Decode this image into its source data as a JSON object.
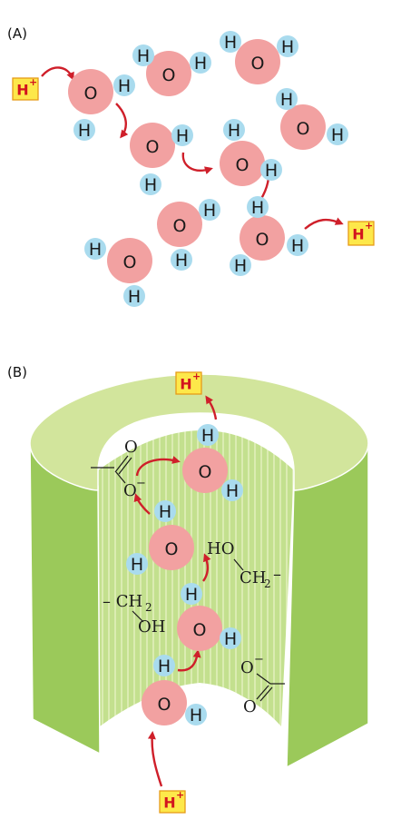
{
  "panel_a": {
    "label": "(A)",
    "h_plus_in": "H",
    "h_plus_out": "H",
    "plus": "+"
  },
  "panel_b": {
    "label": "(B)",
    "h_plus_top": "H",
    "h_plus_bottom": "H",
    "plus": "+",
    "carbonyl_o": "O",
    "carboxylate_o": "O",
    "minus": "−",
    "hydroxyl_right": "HO",
    "ch2_right": "CH",
    "ch2_left": "– CH",
    "hydroxyl_left": "OH",
    "sub2": "2",
    "dash": "–"
  },
  "atoms": {
    "oxygen": "O",
    "hydrogen": "H"
  },
  "colors": {
    "oxygen": "#f2a1a1",
    "hydrogen": "#a9dbee",
    "arrow": "#cf1f2a",
    "hplus_fill": "#fde84a",
    "hplus_border": "#e69b18",
    "channel_dark": "#9bc95a",
    "channel_top": "#d2e59c",
    "channel_inner": "#bddd86"
  }
}
